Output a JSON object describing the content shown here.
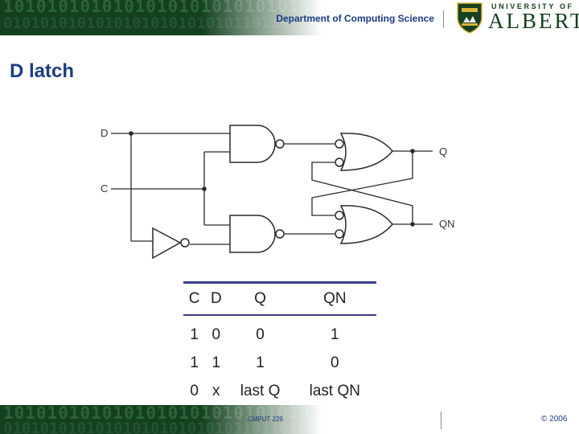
{
  "header": {
    "binary_line_1": "1010101010101010101010101010101010101010101010101010",
    "binary_line_2": "0101010101010101010101010110110101010101010101010101",
    "department": "Department of Computing Science",
    "logo_small": "UNIVERSITY OF",
    "logo_big": "ALBERTA"
  },
  "slide": {
    "title": "D latch"
  },
  "diagram": {
    "inputs": [
      "D",
      "C"
    ],
    "outputs": [
      "Q",
      "QN"
    ],
    "gates": [
      "nand-top",
      "nand-bottom",
      "inverter",
      "nor-top",
      "nor-bottom"
    ]
  },
  "truth_table": {
    "headers": [
      "C",
      "D",
      "Q",
      "QN"
    ],
    "rows": [
      [
        "1",
        "0",
        "0",
        "1"
      ],
      [
        "1",
        "1",
        "1",
        "0"
      ],
      [
        "0",
        "x",
        "last Q",
        "last QN"
      ]
    ]
  },
  "footer": {
    "binary_line_1": "1010101010101010101010101010101010101010101010101010",
    "binary_line_2": "0101010101010101010101010110110101010101010101010101",
    "course": "CMPUT 229",
    "copyright": "© 2006"
  },
  "colors": {
    "banner_green": "#14401f",
    "text_blue": "#1b3c82",
    "rule_blue": "#3a3f86",
    "logo_gold": "#d8b43a"
  }
}
